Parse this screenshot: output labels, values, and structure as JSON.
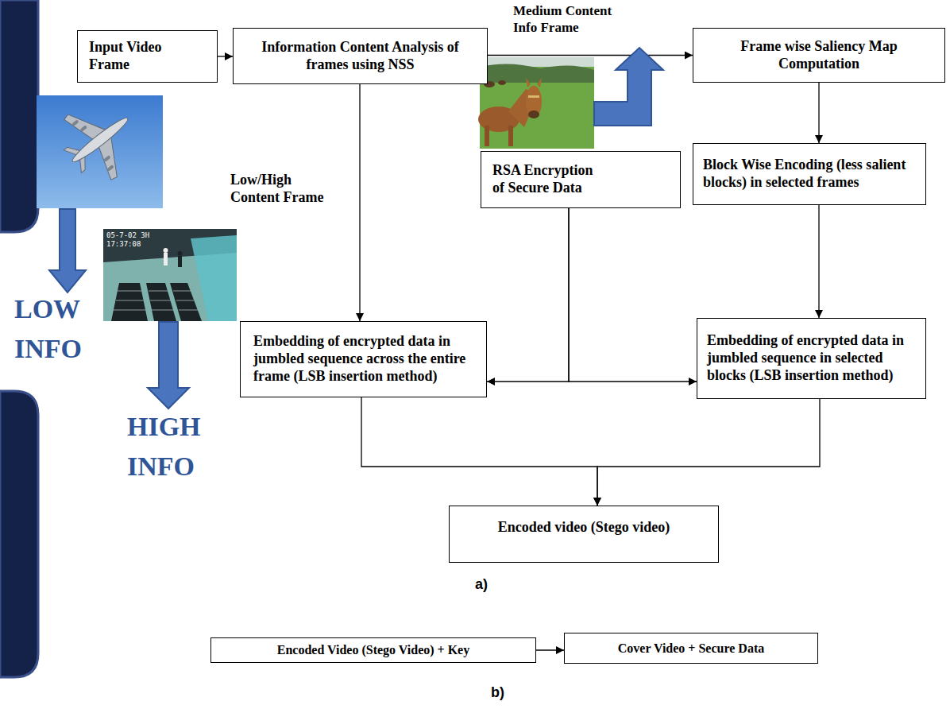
{
  "diagram": {
    "nodes": [
      {
        "text": [
          "Input Video Frame"
        ]
      },
      {
        "text": [
          "Information Content Analysis of frames using NSS"
        ]
      },
      {
        "text": [
          "Frame wise Saliency Map Computation"
        ]
      },
      {
        "text": [
          "RSA Encryption of Secure Data"
        ]
      },
      {
        "text": [
          "Block Wise Encoding (less salient blocks) in selected frames"
        ]
      },
      {
        "text": [
          "Embedding of encrypted data in jumbled sequence across the entire frame (LSB insertion method)"
        ]
      },
      {
        "text": [
          "Embedding of encrypted data in jumbled sequence in selected blocks (LSB insertion method)"
        ]
      },
      {
        "text": [
          "Encoded video (Stego video)"
        ]
      },
      {
        "text": [
          "Encoded Video (Stego Video) + Key"
        ]
      },
      {
        "text": [
          "Cover Video + Secure Data"
        ]
      }
    ],
    "edges": [
      {
        "from": 0,
        "to": 1,
        "arrow": "to"
      },
      {
        "from": 1,
        "to": 2,
        "label": "Medium Content Info Frame",
        "arrow": "to"
      },
      {
        "from": 1,
        "to": 5,
        "label": "Low/High Content Frame",
        "arrow": "to"
      },
      {
        "from": 2,
        "to": 4,
        "arrow": "to"
      },
      {
        "from": 4,
        "to": 6,
        "arrow": "to"
      },
      {
        "from": 3,
        "to": 5,
        "arrow": "to"
      },
      {
        "from": 3,
        "to": 6,
        "arrow": "to"
      },
      {
        "from": 5,
        "to": 7,
        "arrow": "to"
      },
      {
        "from": 6,
        "to": 7,
        "arrow": "to"
      },
      {
        "from": 8,
        "to": 9,
        "arrow": "to"
      }
    ],
    "labels": [
      "LOW INFO",
      "HIGH INFO",
      "05-7-02 3H",
      "17:37:08",
      "a)",
      "b)"
    ]
  }
}
